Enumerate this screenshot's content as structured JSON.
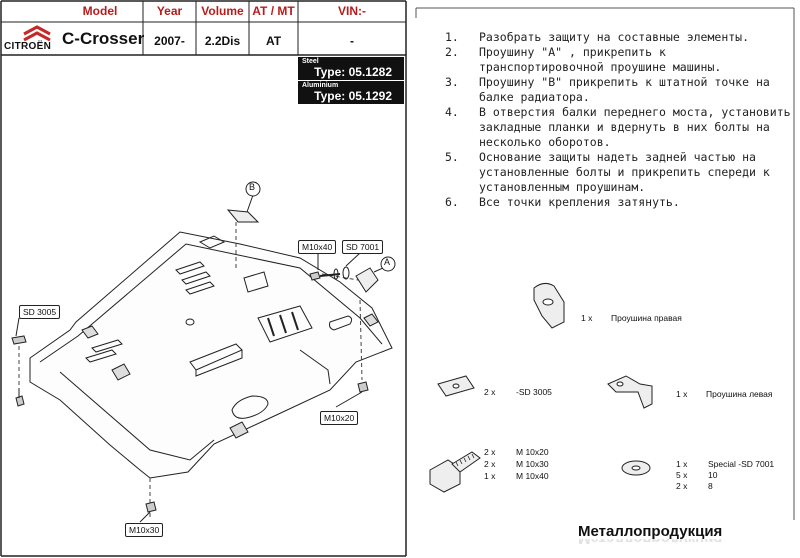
{
  "header": {
    "labels": {
      "model": "Model",
      "year": "Year",
      "volume": "Volume",
      "atmt": "AT / MT",
      "vin": "VIN:-"
    },
    "brand": "CITROËN",
    "model": "C-Crosser",
    "year": "2007-",
    "volume": "2.2Dis",
    "atmt": "AT",
    "vin": "-"
  },
  "types": {
    "steel": {
      "material": "Steel",
      "code": "Type: 05.1282"
    },
    "aluminium": {
      "material": "Aluminium",
      "code": "Type: 05.1292"
    }
  },
  "instructions": [
    {
      "num": "1.",
      "lines": [
        "Разобрать защиту на составные элементы."
      ]
    },
    {
      "num": "2.",
      "lines": [
        "Проушину \"А\" , прикрепить к",
        "транспортировочной проушине машины."
      ]
    },
    {
      "num": "3.",
      "lines": [
        "Проушину \"В\" прикрепить к штатной точке на",
        "балке радиатора."
      ]
    },
    {
      "num": "4.",
      "lines": [
        "В отверстия балки переднего моста, установить",
        "закладные планки и вдернуть в них болты на",
        "несколько оборотов."
      ]
    },
    {
      "num": "5.",
      "lines": [
        "Основание защиты надеть задней частью на",
        "установленные болты и прикрепить спереди к",
        "установленным проушинам."
      ]
    },
    {
      "num": "6.",
      "lines": [
        "Все точки крепления затянуть."
      ]
    }
  ],
  "diagram_labels": {
    "b": "B",
    "a": "A",
    "m10x40": "M10x40",
    "sd7001": "SD 7001",
    "sd3005": "SD 3005",
    "m10x20": "M10x20",
    "m10x30": "M10x30"
  },
  "parts": {
    "right_bracket": {
      "qty": "1 x",
      "name": "Проушина правая"
    },
    "plate": {
      "qty": "2 x",
      "name": "-SD 3005"
    },
    "left_bracket": {
      "qty": "1 x",
      "name": "Проушина левая"
    },
    "bolts": {
      "qtys": [
        "2 x",
        "2 x",
        "1 x"
      ],
      "sizes": [
        "M 10x20",
        "M 10x30",
        "M 10x40"
      ]
    },
    "washers": {
      "qtys": [
        "1 x",
        "5 x",
        "2 x"
      ],
      "names": [
        "Special -SD 7001",
        "10",
        "8"
      ]
    }
  },
  "brand_footer": "Металлопродукция"
}
